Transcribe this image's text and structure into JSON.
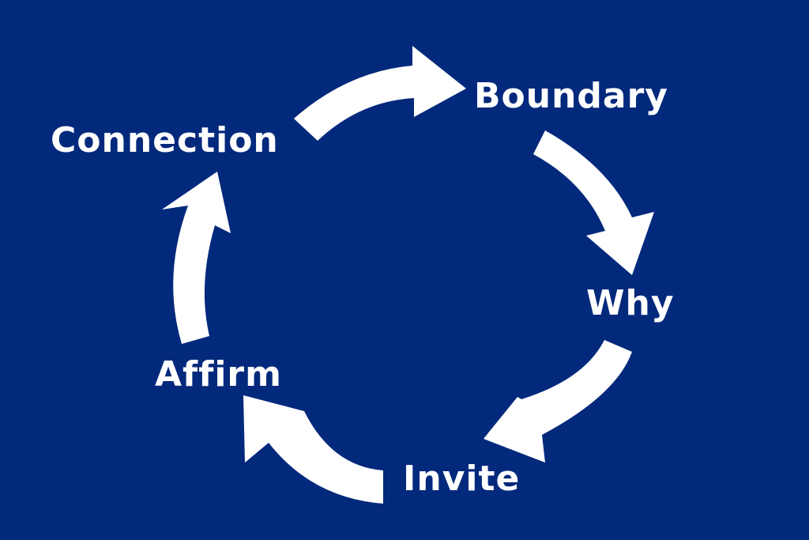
{
  "colors": {
    "background": "#03297c",
    "foreground": "#ffffff"
  },
  "cycle": {
    "steps": [
      {
        "label": "Connection"
      },
      {
        "label": "Boundary"
      },
      {
        "label": "Why"
      },
      {
        "label": "Invite"
      },
      {
        "label": "Affirm"
      }
    ]
  }
}
